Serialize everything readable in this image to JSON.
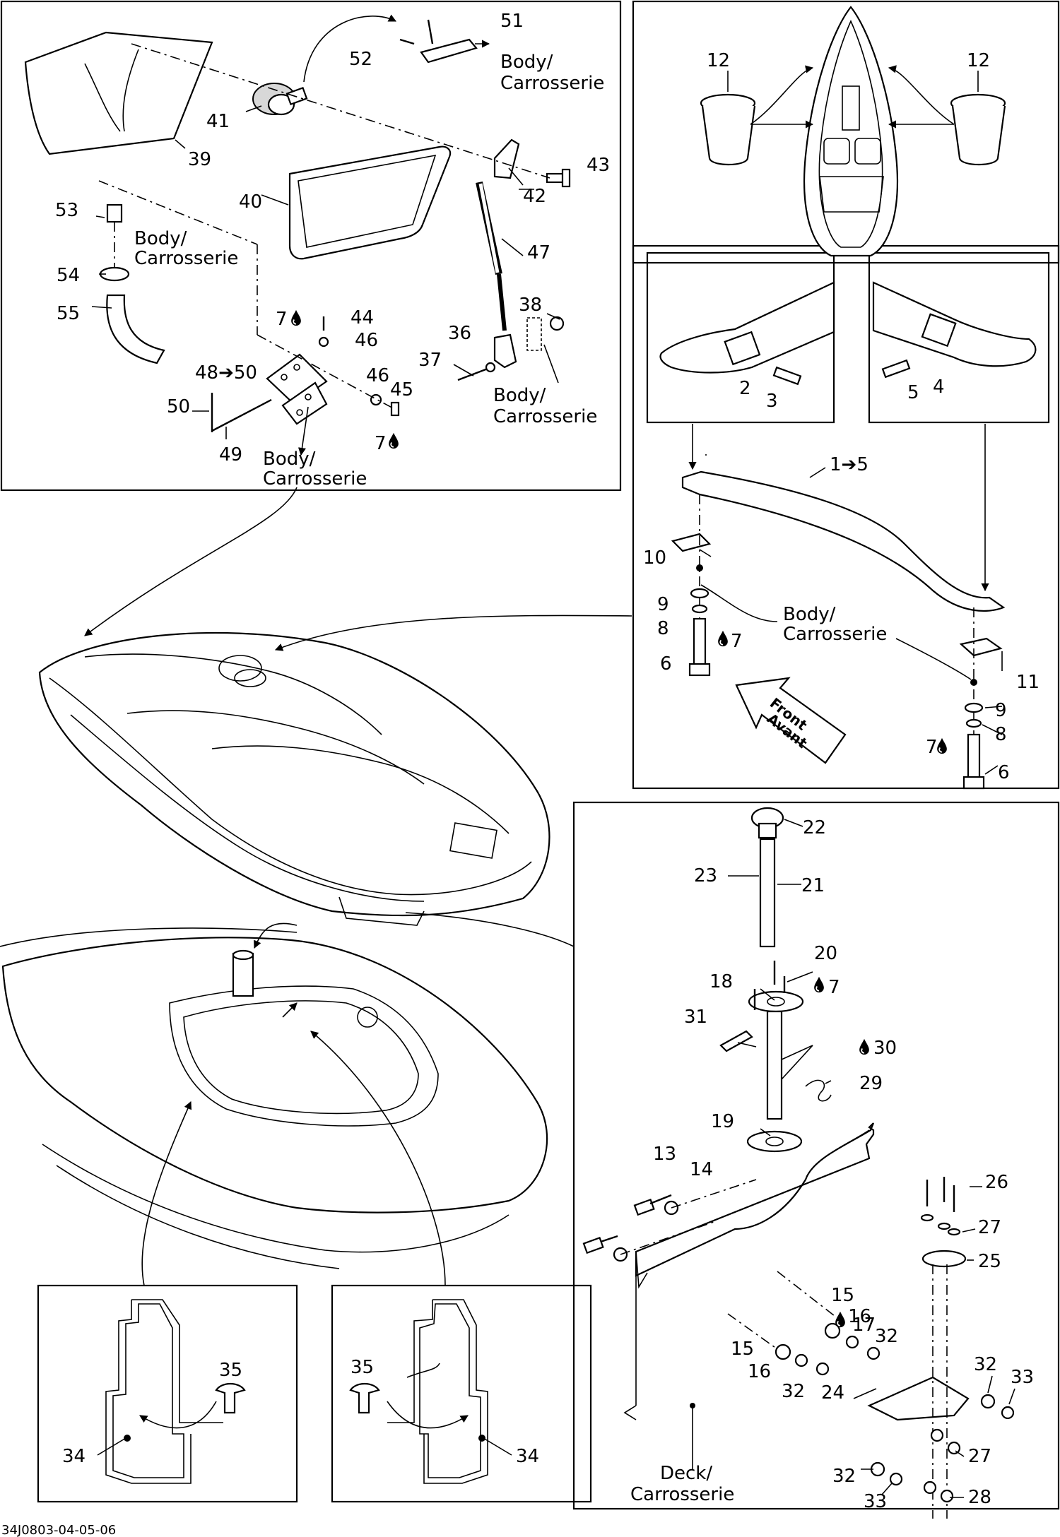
{
  "diagram_code": "34J0803-04-05-06",
  "body_label_line1": "Body/",
  "body_label_line2": "Carrosserie",
  "deck_label_line1": "Deck/",
  "deck_label_line2": "Carrosserie",
  "front_line1": "Front",
  "front_line2": "Avant",
  "callouts": {
    "c1to5": "1➔5",
    "c2": "2",
    "c3": "3",
    "c4": "4",
    "c5": "5",
    "c6": "6",
    "c7": "7",
    "c8": "8",
    "c9": "9",
    "c10": "10",
    "c11": "11",
    "c12": "12",
    "c13": "13",
    "c14": "14",
    "c15": "15",
    "c16": "16",
    "c17": "17",
    "c18": "18",
    "c19": "19",
    "c20": "20",
    "c21": "21",
    "c22": "22",
    "c23": "23",
    "c24": "24",
    "c25": "25",
    "c26": "26",
    "c27": "27",
    "c28": "28",
    "c29": "29",
    "c30": "30",
    "c31": "31",
    "c32": "32",
    "c33": "33",
    "c34": "34",
    "c35": "35",
    "c36": "36",
    "c37": "37",
    "c38": "38",
    "c39": "39",
    "c40": "40",
    "c41": "41",
    "c42": "42",
    "c43": "43",
    "c44": "44",
    "c45": "45",
    "c46": "46",
    "c47": "47",
    "c48to50": "48➔50",
    "c49": "49",
    "c50": "50",
    "c51": "51",
    "c52": "52",
    "c53": "53",
    "c54": "54",
    "c55": "55"
  },
  "icons": {
    "loctite": "droplet-icon"
  }
}
